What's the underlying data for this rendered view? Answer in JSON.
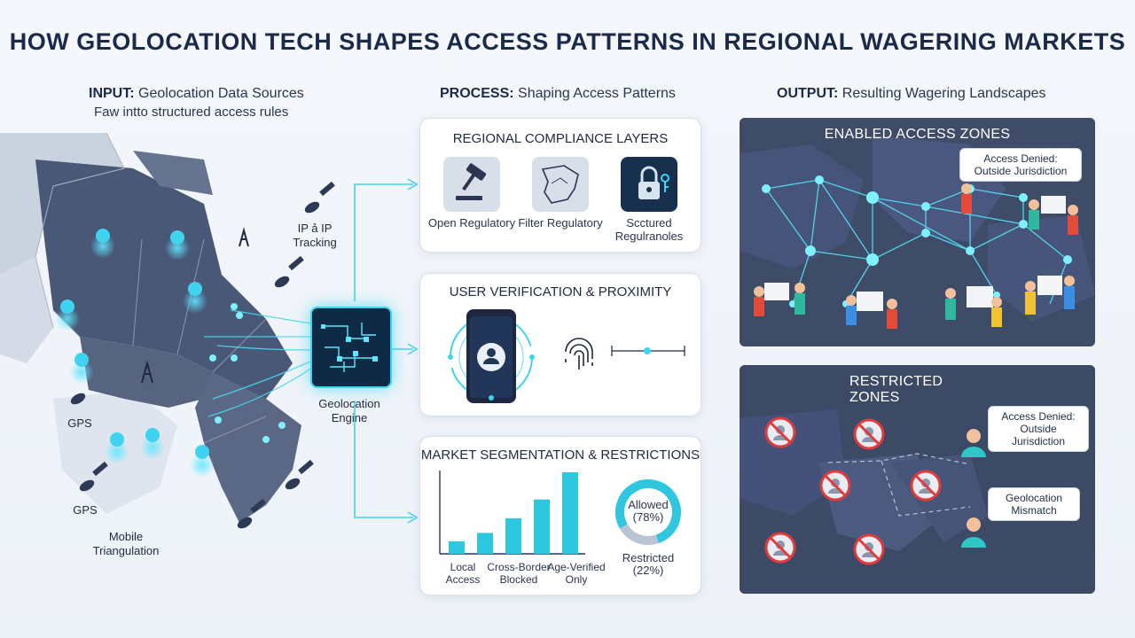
{
  "title": "HOW GEOLOCATION TECH SHAPES ACCESS PATTERNS IN REGIONAL WAGERING MARKETS",
  "input": {
    "heading_bold": "INPUT:",
    "heading_rest": "Geolocation Data Sources",
    "subheading": "Faw intto structured access rules",
    "labels": {
      "ip_tracking": "IP ả IP Tracking",
      "gps_1": "GPS",
      "gps_2": "GPS",
      "mobile_triangulation": "Mobile Triangulation",
      "engine": "Geolocation Engine"
    }
  },
  "process": {
    "heading_bold": "PROCESS:",
    "heading_rest": "Shaping Access Patterns",
    "compliance": {
      "title": "REGIONAL COMPLIANCE LAYERS",
      "tiles": [
        {
          "label": "Open Regulatory",
          "icon": "gavel-icon"
        },
        {
          "label": "Filter Regulatory",
          "icon": "region-map-icon"
        },
        {
          "label": "Scctured Regulranoles",
          "icon": "lock-key-icon"
        }
      ]
    },
    "verification": {
      "title": "USER VERIFICATION & PROXIMITY"
    },
    "segmentation": {
      "title": "MARKET SEGMENTATION & RESTRICTIONS",
      "bar_labels": [
        "Local Access",
        "Cross-Border Blocked",
        "Age-Verified Only"
      ],
      "allowed_label": "Allowed (78%)",
      "restricted_label": "Restricted (22%)"
    }
  },
  "output": {
    "heading_bold": "OUTPUT:",
    "heading_rest": "Resulting Wagering Landscapes",
    "enabled": {
      "title": "ENABLED ACCESS ZONES",
      "callout": "Access Denied: Outside Jurisdiction"
    },
    "restricted": {
      "title": "RESTRICTED ZONES",
      "callout_1": "Access Denied: Outside Jurisdiction",
      "callout_2": "Geolocation Mismatch"
    }
  },
  "chart_data": {
    "type": "bar",
    "categories": [
      "Local Access",
      "",
      "Cross-Border Blocked",
      "",
      "Age-Verified Only"
    ],
    "values": [
      12,
      20,
      34,
      52,
      78
    ],
    "bar_color": "#2fc6e0"
  },
  "donut_data": {
    "type": "pie",
    "slices": [
      {
        "label": "Allowed",
        "value": 78,
        "color": "#2fc6e0"
      },
      {
        "label": "Restricted",
        "value": 22,
        "color": "#b9c4d2"
      }
    ]
  },
  "colors": {
    "accent": "#38d6f2",
    "navy": "#1b2a4a",
    "restricted_red": "#e23b3b"
  }
}
